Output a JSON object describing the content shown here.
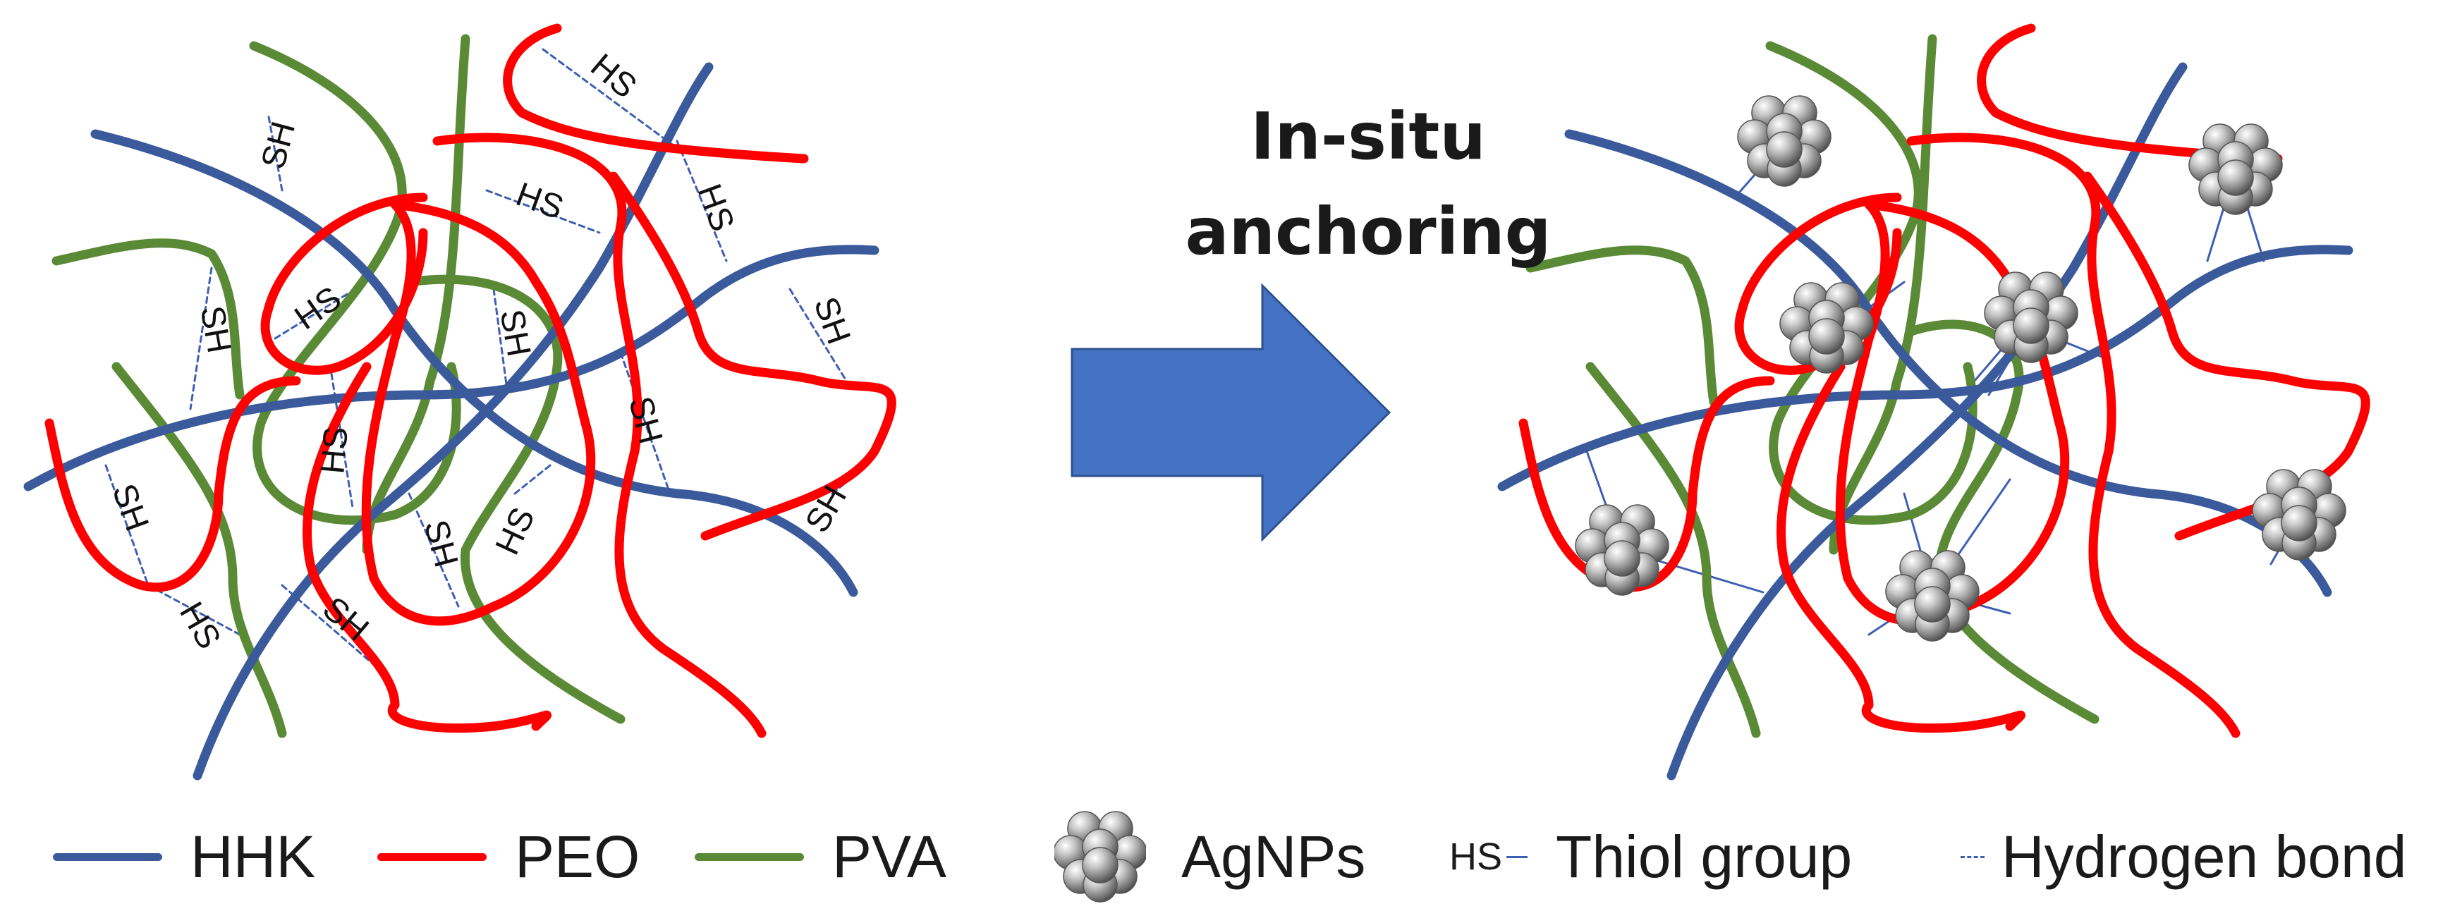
{
  "arrow_label": {
    "line1": "In-situ",
    "line2": "anchoring"
  },
  "group_labels": {
    "thiol_sh": "SH",
    "thiol_hs": "HS"
  },
  "legend": {
    "hhk": "HHK",
    "peo": "PEO",
    "pva": "PVA",
    "agnps": "AgNPs",
    "thiol_symbol": "HS",
    "thiol": "Thiol group",
    "hbond": "Hydrogen bond"
  },
  "colors": {
    "hhk": "#3a5a9c",
    "peo": "#ff0000",
    "pva": "#5a8a35",
    "arrow": "#4472c4",
    "bond": "#3d5fb3",
    "particle": "#909090"
  },
  "icons": {
    "arrow": "right-arrow-icon",
    "particle": "silver-nanoparticle-icon"
  }
}
